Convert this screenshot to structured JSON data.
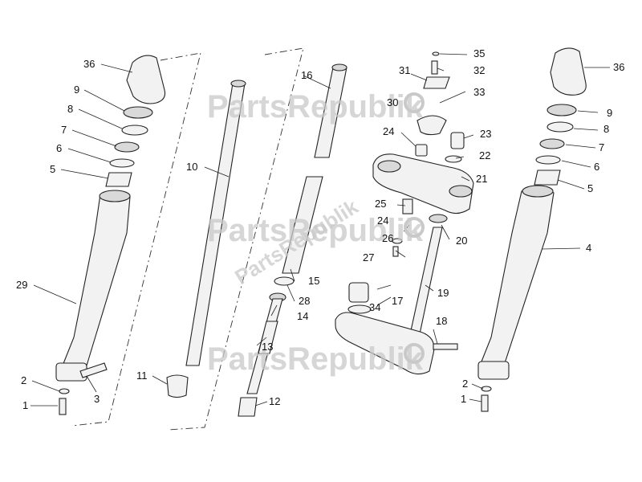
{
  "watermark": {
    "text": "PartsRepublik"
  },
  "labels": {
    "n1a": "1",
    "n2a": "2",
    "n3": "3",
    "n5a": "5",
    "n6a": "6",
    "n7a": "7",
    "n8a": "8",
    "n9a": "9",
    "n29": "29",
    "n36a": "36",
    "n10": "10",
    "n11": "11",
    "n12": "12",
    "n13": "13",
    "n14": "14",
    "n15": "15",
    "n16": "16",
    "n28": "28",
    "n17": "17",
    "n18": "18",
    "n19": "19",
    "n20": "20",
    "n21": "21",
    "n22": "22",
    "n23": "23",
    "n24a": "24",
    "n24b": "24",
    "n25": "25",
    "n26": "26",
    "n27": "27",
    "n30": "30",
    "n31": "31",
    "n32": "32",
    "n33": "33",
    "n34": "34",
    "n35": "35",
    "n36b": "36",
    "n9b": "9",
    "n8b": "8",
    "n7b": "7",
    "n6b": "6",
    "n5b": "5",
    "n4": "4",
    "n2b": "2",
    "n1b": "1"
  }
}
